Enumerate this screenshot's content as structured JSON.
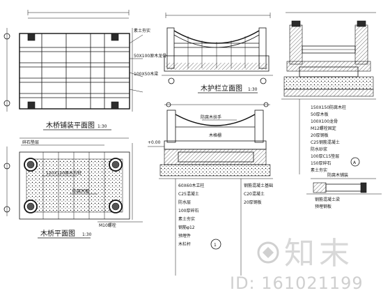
{
  "titles": {
    "wood_deck_plan": "木桥铺装平面图",
    "wood_plan": "木桥平面图",
    "railing_elevation": "木护栏立面图",
    "deck_plan_scale": "1:30",
    "wood_plan_scale": "1:30",
    "railing_scale": "1:30"
  },
  "labels": {
    "finished_level": "+0.00",
    "detail_marker_a": "A",
    "detail_marker_b": "1",
    "notes_left": [
      "120X120原木方柱",
      "50X100原木龙骨",
      "100X50木梁",
      "钢筋混凝土基础",
      "碎石垫层",
      "素土夯实",
      "M10螺栓",
      "20厚钢板",
      "防腐木板",
      "C20混凝土"
    ],
    "notes_mid": [
      "防腐木扶手",
      "60X60木立柱",
      "木格栅",
      "C25混凝土",
      "防水层",
      "100厚碎石",
      "素土夯实",
      "钢筋φ12",
      "预埋件",
      "木栏杆"
    ],
    "notes_right": [
      "150X150防腐木柱",
      "50厚木板",
      "100X100龙骨",
      "M12螺栓固定",
      "20厚钢板",
      "C25钢筋混凝土",
      "防水砂浆",
      "100厚C15垫层",
      "150厚碎石",
      "素土夯实"
    ],
    "notes_small": [
      "防腐木铺装",
      "钢筋混凝土梁",
      "预埋钢板"
    ]
  },
  "watermark": {
    "logo_text": "知末",
    "id_text": "ID: 161021199"
  },
  "colors": {
    "line": "#111111",
    "watermark": "#d8d8d8"
  }
}
